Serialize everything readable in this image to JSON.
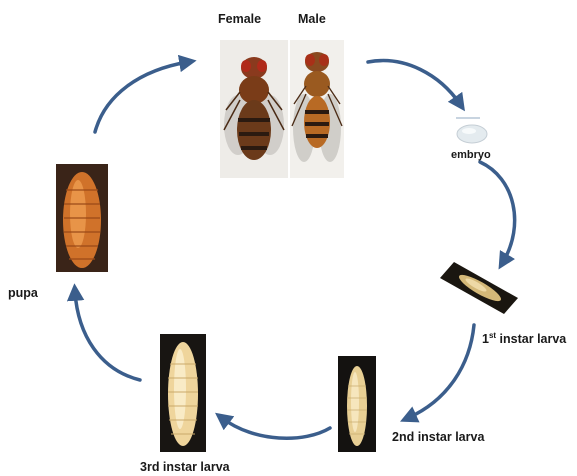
{
  "labels": {
    "female": "Female",
    "male": "Male",
    "embryo": "embryo",
    "first_instar_num": "1",
    "first_instar_sup": "st",
    "first_instar_rest": " instar larva",
    "second_instar": "2nd instar larva",
    "third_instar": "3rd instar larva",
    "pupa": "pupa"
  },
  "colors": {
    "arrow": "#3b5e8c",
    "fly_body": "#6b3a1a",
    "larva": "#f0d59a",
    "pupa": "#d0722a"
  }
}
